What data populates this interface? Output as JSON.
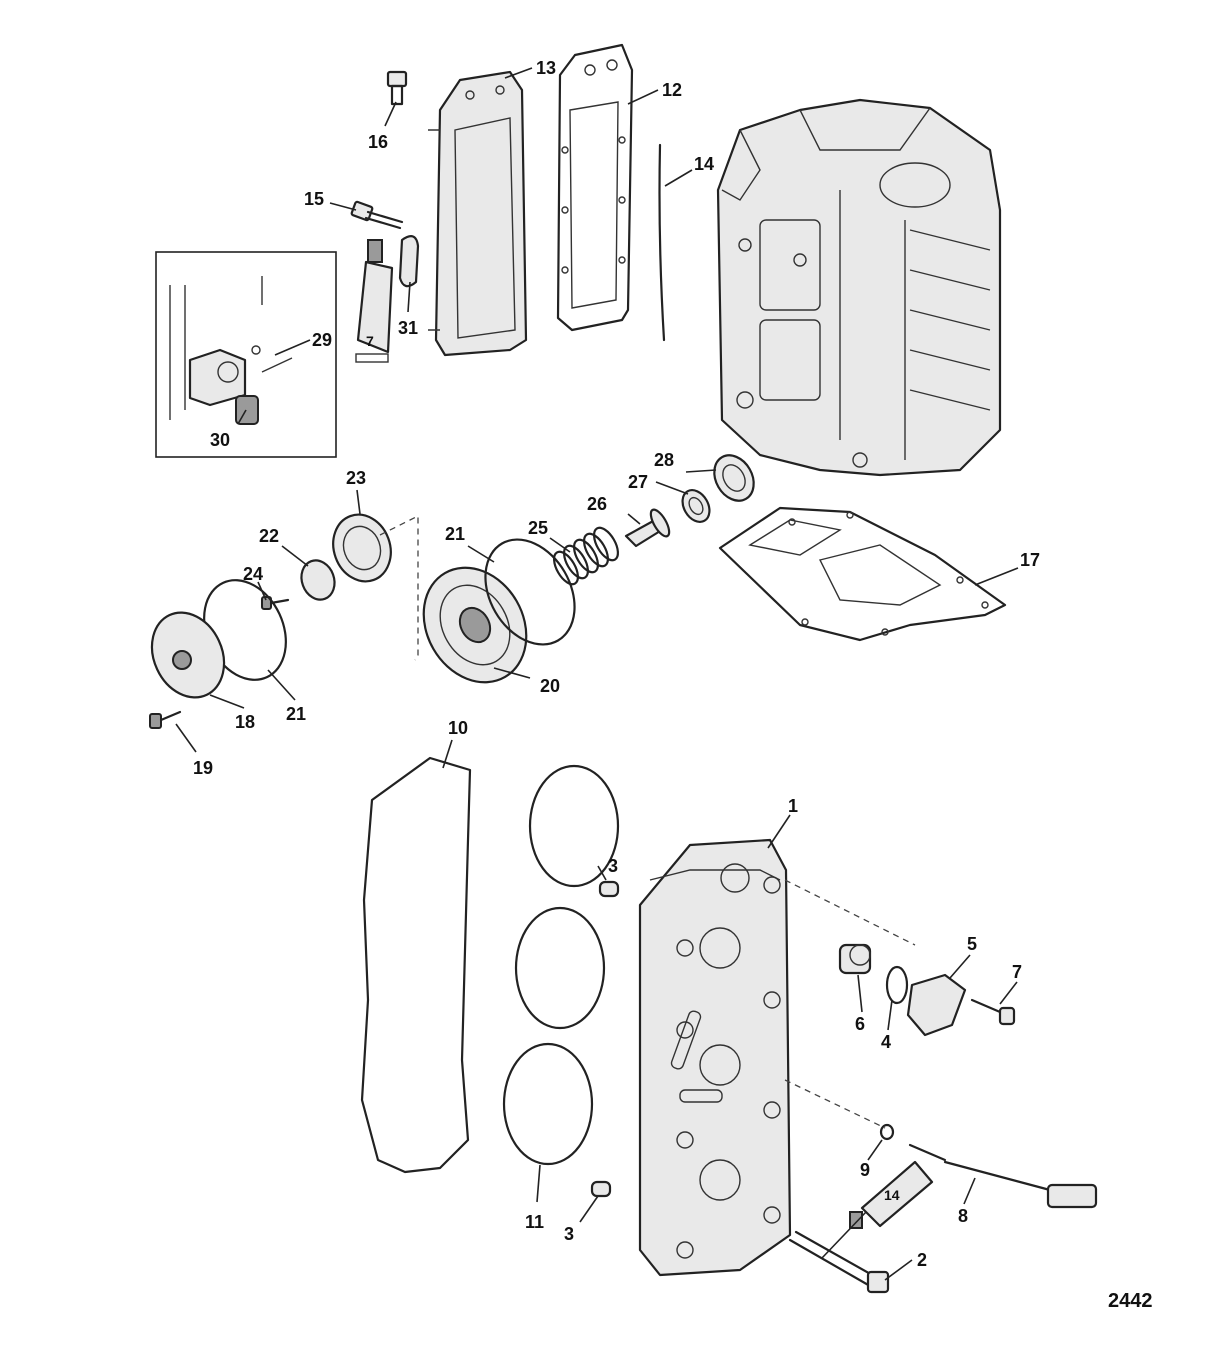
{
  "diagram": {
    "id": "2442",
    "callouts": [
      "1",
      "2",
      "3",
      "3",
      "4",
      "5",
      "6",
      "7",
      "8",
      "9",
      "10",
      "11",
      "12",
      "13",
      "14",
      "15",
      "16",
      "17",
      "18",
      "19",
      "20",
      "21",
      "21",
      "22",
      "23",
      "24",
      "25",
      "26",
      "27",
      "28",
      "29",
      "30",
      "31"
    ],
    "tube_labels": [
      "7",
      "14"
    ]
  }
}
